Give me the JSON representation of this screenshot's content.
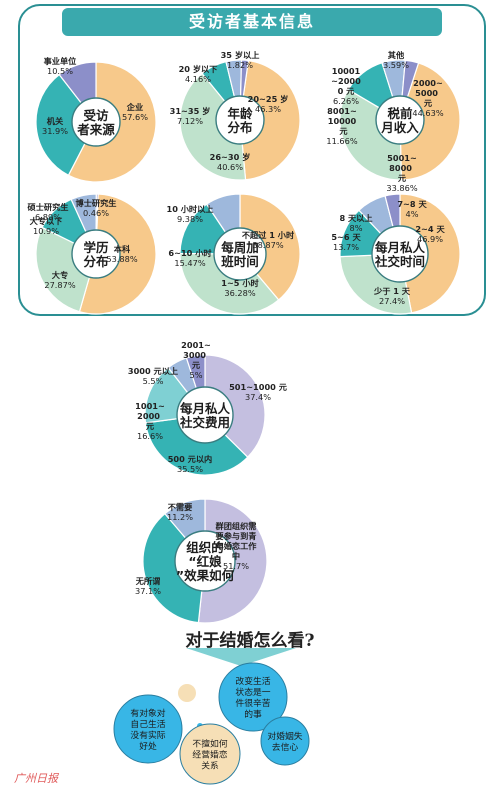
{
  "header": {
    "title": "受访者基本信息"
  },
  "colors": {
    "orange": "#f7c98b",
    "teal": "#35b3b4",
    "purple": "#8c8fc9",
    "lightblue": "#9eb8dc",
    "green": "#bfe2cc",
    "lavender": "#c4bfe0",
    "cyan": "#7fd0d3",
    "frame": "#2a8f93",
    "bubble": "#38b6e6",
    "tan": "#f6dfb6"
  },
  "chart_data": [
    {
      "id": "source",
      "type": "pie",
      "center_label": "受访者来源",
      "slices": [
        {
          "label": "企业",
          "value": 57.6,
          "value_text": "57.6%",
          "color": "#f7c98b"
        },
        {
          "label": "机关",
          "value": 31.9,
          "value_text": "31.9%",
          "color": "#35b3b4"
        },
        {
          "label": "事业单位",
          "value": 10.5,
          "value_text": "10.5%",
          "color": "#8c8fc9"
        }
      ]
    },
    {
      "id": "age",
      "type": "pie",
      "center_label": "年龄分布",
      "slices": [
        {
          "label": "20~25 岁",
          "value": 46.3,
          "value_text": "46.3%",
          "color": "#f7c98b"
        },
        {
          "label": "26~30 岁",
          "value": 40.6,
          "value_text": "40.6%",
          "color": "#bfe2cc"
        },
        {
          "label": "31~35 岁",
          "value": 7.12,
          "value_text": "7.12%",
          "color": "#35b3b4"
        },
        {
          "label": "20 岁以下",
          "value": 4.16,
          "value_text": "4.16%",
          "color": "#9eb8dc"
        },
        {
          "label": "35 岁以上",
          "value": 1.82,
          "value_text": "1.82%",
          "color": "#8c8fc9"
        }
      ]
    },
    {
      "id": "income",
      "type": "pie",
      "center_label": "税前月收入",
      "slices": [
        {
          "label": "2000~5000 元",
          "value": 44.63,
          "value_text": "44.63%",
          "color": "#f7c98b"
        },
        {
          "label": "5001~8000 元",
          "value": 33.86,
          "value_text": "33.86%",
          "color": "#bfe2cc"
        },
        {
          "label": "8001~10000 元",
          "value": 11.66,
          "value_text": "11.66%",
          "color": "#35b3b4"
        },
        {
          "label": "10001~20000 元",
          "value": 6.26,
          "value_text": "6.26%",
          "color": "#9eb8dc"
        },
        {
          "label": "其他",
          "value": 3.59,
          "value_text": "3.59%",
          "color": "#8c8fc9"
        }
      ]
    },
    {
      "id": "education",
      "type": "pie",
      "center_label": "学历分布",
      "slices": [
        {
          "label": "本科",
          "value": 53.88,
          "value_text": "53.88%",
          "color": "#f7c98b"
        },
        {
          "label": "大专",
          "value": 27.87,
          "value_text": "27.87%",
          "color": "#bfe2cc"
        },
        {
          "label": "大专以下",
          "value": 10.9,
          "value_text": "10.9%",
          "color": "#35b3b4"
        },
        {
          "label": "硕士研究生",
          "value": 6.89,
          "value_text": "6.89%",
          "color": "#9eb8dc"
        },
        {
          "label": "博士研究生",
          "value": 0.46,
          "value_text": "0.46%",
          "color": "#8c8fc9"
        }
      ]
    },
    {
      "id": "overtime",
      "type": "pie",
      "center_label": "每周加班时间",
      "slices": [
        {
          "label": "不超过 1 小时",
          "value": 38.87,
          "value_text": "38.87%",
          "color": "#f7c98b"
        },
        {
          "label": "1~5 小时",
          "value": 36.28,
          "value_text": "36.28%",
          "color": "#bfe2cc"
        },
        {
          "label": "6~10 小时",
          "value": 15.47,
          "value_text": "15.47%",
          "color": "#35b3b4"
        },
        {
          "label": "10 小时以上",
          "value": 9.38,
          "value_text": "9.38%",
          "color": "#9eb8dc"
        }
      ]
    },
    {
      "id": "social_time",
      "type": "pie",
      "center_label": "每月私人社交时间",
      "slices": [
        {
          "label": "2~4 天",
          "value": 46.9,
          "value_text": "46.9%",
          "color": "#f7c98b"
        },
        {
          "label": "少于 1 天",
          "value": 27.4,
          "value_text": "27.4%",
          "color": "#bfe2cc"
        },
        {
          "label": "5~6 天",
          "value": 13.7,
          "value_text": "13.7%",
          "color": "#35b3b4"
        },
        {
          "label": "8 天以上",
          "value": 8,
          "value_text": "8%",
          "color": "#9eb8dc"
        },
        {
          "label": "7~8 天",
          "value": 4,
          "value_text": "4%",
          "color": "#8c8fc9"
        }
      ]
    },
    {
      "id": "social_cost",
      "type": "pie",
      "center_label": "每月私人社交费用",
      "slices": [
        {
          "label": "501~1000 元",
          "value": 37.4,
          "value_text": "37.4%",
          "color": "#c4bfe0"
        },
        {
          "label": "500 元以内",
          "value": 35.5,
          "value_text": "35.5%",
          "color": "#35b3b4"
        },
        {
          "label": "1001~2000 元",
          "value": 16.6,
          "value_text": "16.6%",
          "color": "#7fd0d3"
        },
        {
          "label": "3000 元以上",
          "value": 5.5,
          "value_text": "5.5%",
          "color": "#9eb8dc"
        },
        {
          "label": "2001~3000 元",
          "value": 5,
          "value_text": "5%",
          "color": "#8c8fc9"
        }
      ]
    },
    {
      "id": "matchmaking",
      "type": "pie",
      "center_label": "组织的“红娘”效果如何",
      "slices": [
        {
          "label": "群团组织需要参与到青年婚恋工作中",
          "value": 51.7,
          "value_text": "51.7%",
          "color": "#c4bfe0"
        },
        {
          "label": "无所谓",
          "value": 37.1,
          "value_text": "37.1%",
          "color": "#35b3b4"
        },
        {
          "label": "不需要",
          "value": 11.2,
          "value_text": "11.2%",
          "color": "#9eb8dc"
        }
      ]
    }
  ],
  "section": {
    "title": "对于结婚怎么看?"
  },
  "bubbles": [
    {
      "text": "改变生活状态是一件很辛苦的事"
    },
    {
      "text": "有对象对自己生活没有实际好处"
    },
    {
      "text": "对婚姻失去信心"
    },
    {
      "text": "不擅如何经营婚恋关系"
    }
  ],
  "watermark": "广州日报"
}
